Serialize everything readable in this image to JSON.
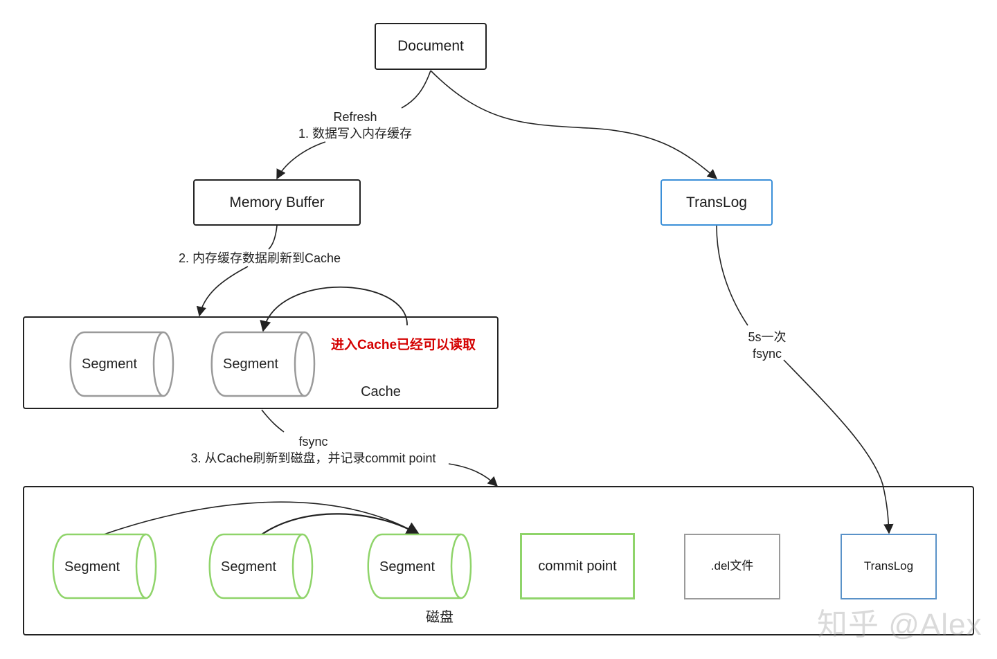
{
  "nodes": {
    "document": "Document",
    "memory_buffer": "Memory Buffer",
    "translog_top": "TransLog",
    "cache_label": "Cache",
    "disk_label": "磁盘",
    "commit_point": "commit point",
    "del_file": ".del文件",
    "translog_disk": "TransLog"
  },
  "segments": {
    "cache": [
      "Segment",
      "Segment"
    ],
    "disk": [
      "Segment",
      "Segment",
      "Segment"
    ]
  },
  "edges": {
    "refresh_line1": "Refresh",
    "refresh_line2": "1. 数据写入内存缓存",
    "step2": "2. 内存缓存数据刷新到Cache",
    "cache_readable": "进入Cache已经可以读取",
    "fsync_line1": "fsync",
    "fsync_line2": "3. 从Cache刷新到磁盘，并记录commit point",
    "translog_line1": "5s一次",
    "translog_line2": "fsync"
  },
  "watermark": "知乎 @Alex",
  "colors": {
    "black": "#222222",
    "blue": "#3a8fd8",
    "green": "#8fd46a",
    "gray": "#9a9a9a",
    "red": "#d40000",
    "steel_blue": "#5a92c8"
  }
}
